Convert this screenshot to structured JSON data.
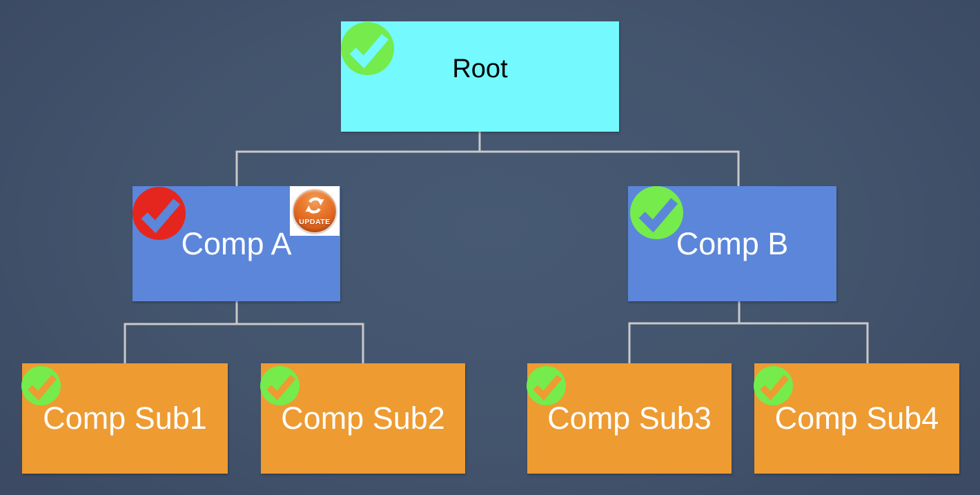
{
  "canvas": {
    "background_center_color": "#475a73",
    "background_edge_color": "#3c4a63",
    "connector_color": "#c9c9c9"
  },
  "nodes": {
    "root": {
      "label": "Root",
      "fill": "#73f9fe",
      "text_color": "#000000",
      "status_icon": "check-circle",
      "status_color": "#75eb4c"
    },
    "comp_a": {
      "label": "Comp A",
      "fill": "#5b86da",
      "text_color": "#ffffff",
      "status_icon": "check-circle",
      "status_color": "#e5261f",
      "badge": "UPDATE"
    },
    "comp_b": {
      "label": "Comp B",
      "fill": "#5b86da",
      "text_color": "#ffffff",
      "status_icon": "check-circle",
      "status_color": "#75eb4c"
    },
    "sub1": {
      "label": "Comp Sub1",
      "fill": "#ee9b32",
      "text_color": "#ffffff",
      "status_icon": "check-circle",
      "status_color": "#75eb4c"
    },
    "sub2": {
      "label": "Comp Sub2",
      "fill": "#ee9b32",
      "text_color": "#ffffff",
      "status_icon": "check-circle",
      "status_color": "#75eb4c"
    },
    "sub3": {
      "label": "Comp Sub3",
      "fill": "#ee9b32",
      "text_color": "#ffffff",
      "status_icon": "check-circle",
      "status_color": "#75eb4c"
    },
    "sub4": {
      "label": "Comp Sub4",
      "fill": "#ee9b32",
      "text_color": "#ffffff",
      "status_icon": "check-circle",
      "status_color": "#75eb4c"
    }
  },
  "update_badge": {
    "label": "UPDATE",
    "button_color": "#de641e",
    "background_color": "#ffffff",
    "icon": "refresh-arrows-icon"
  },
  "hierarchy": {
    "root_children": [
      "comp_a",
      "comp_b"
    ],
    "comp_a_children": [
      "sub1",
      "sub2"
    ],
    "comp_b_children": [
      "sub3",
      "sub4"
    ]
  }
}
